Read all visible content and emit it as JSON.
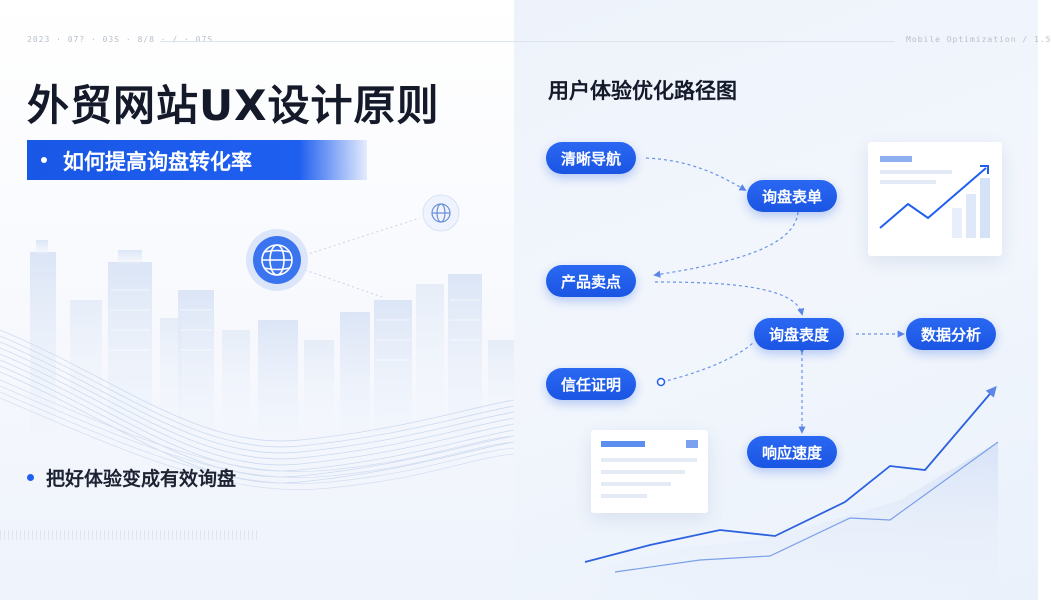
{
  "header": {
    "meta_left": "2023 · 07? · 03S · 8/8 · / · 07S",
    "meta_right": "Mobile Optimization / 1.5"
  },
  "hero": {
    "title": "外贸网站UX设计原则",
    "subtitle": "如何提高询盘转化率",
    "bullet": "把好体验变成有效询盘"
  },
  "diagram": {
    "title": "用户体验优化路径图",
    "nodes": {
      "nav": "清晰导航",
      "form": "询盘表单",
      "selling": "产品卖点",
      "speed_of_inquiry": "询盘表度",
      "analytics": "数据分析",
      "trust": "信任证明",
      "response": "响应速度"
    }
  },
  "colors": {
    "accent": "#1f5ff0",
    "title": "#141a2a",
    "panel_right": "#eef3fb"
  },
  "icons": {
    "globe_large": "globe-icon",
    "globe_small": "globe-icon"
  }
}
